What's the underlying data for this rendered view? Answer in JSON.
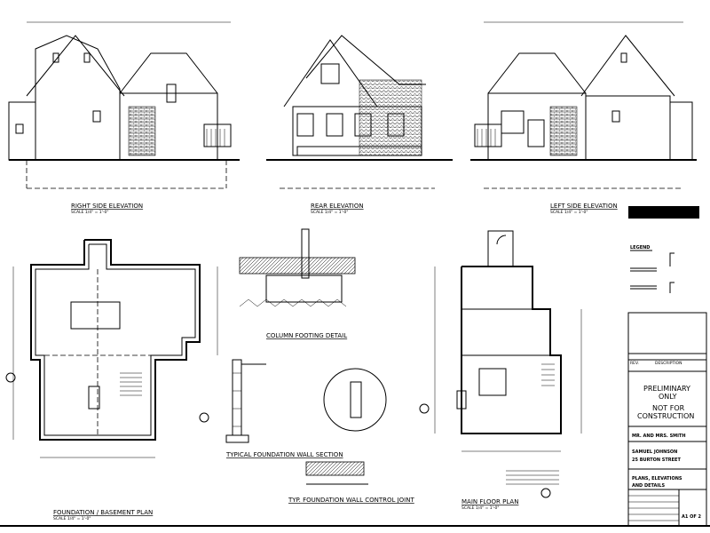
{
  "sheet": {
    "drawings": [
      {
        "title": "RIGHT SIDE ELEVATION",
        "scale": "SCALE 1/4\" = 1'-0\""
      },
      {
        "title": "REAR ELEVATION",
        "scale": "SCALE 1/4\" = 1'-0\""
      },
      {
        "title": "LEFT SIDE ELEVATION",
        "scale": "SCALE 1/4\" = 1'-0\""
      },
      {
        "title": "FOUNDATION / BASEMENT PLAN",
        "scale": "SCALE 1/4\" = 1'-0\""
      },
      {
        "title": "COLUMN FOOTING DETAIL",
        "scale": ""
      },
      {
        "title": "TYPICAL FOUNDATION WALL SECTION",
        "scale": ""
      },
      {
        "title": "TYP. FOUNDATION WALL CONTROL JOINT",
        "scale": ""
      },
      {
        "title": "MAIN FLOOR PLAN",
        "scale": "SCALE 1/4\" = 1'-0\""
      }
    ],
    "legend": {
      "title": "LEGEND"
    }
  },
  "title_block": {
    "revision_header": "REV.",
    "description_header": "DESCRIPTION",
    "status_line1": "PRELIMINARY",
    "status_line2": "ONLY",
    "status_line3": "NOT FOR",
    "status_line4": "CONSTRUCTION",
    "client": "MR. AND MRS. SMITH",
    "project_line1": "SAMUEL JOHNSON",
    "project_line2": "25 BURTON STREET",
    "sheet_title_line1": "PLANS, ELEVATIONS",
    "sheet_title_line2": "AND DETAILS",
    "sheet_number": "A1 OF 2"
  }
}
